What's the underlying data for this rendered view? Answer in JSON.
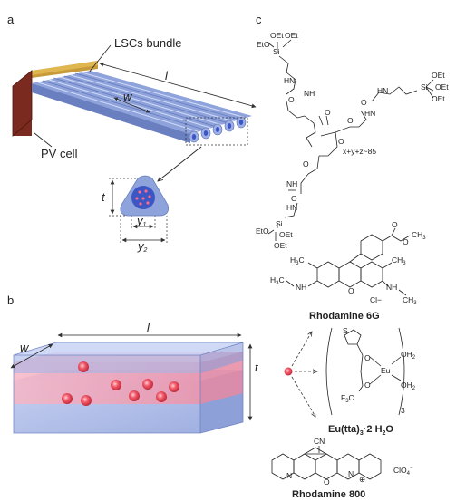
{
  "panels": {
    "a": "a",
    "b": "b",
    "c": "c"
  },
  "panel_a": {
    "bundle_label": "LSCs bundle",
    "pv_label": "PV cell",
    "length_symbol": "l",
    "width_symbol": "w",
    "thickness_symbol": "t",
    "y1_symbol": "y1",
    "y2_symbol": "y2"
  },
  "panel_b": {
    "length_symbol": "l",
    "width_symbol": "w",
    "thickness_symbol": "t"
  },
  "panel_c": {
    "silane_groups": [
      [
        "OEt",
        "OEt",
        "EtO",
        "Si"
      ],
      [
        "OEt",
        "OEt",
        "OEt",
        "Si"
      ],
      [
        "EtO",
        "OEt",
        "OEt",
        "Si"
      ]
    ],
    "nh_labels": [
      "HN",
      "NH",
      "HN",
      "HN",
      "NH"
    ],
    "carbonyl_label": "O",
    "sum_label": "x+y+z~85",
    "rhodamine6g": {
      "name": "Rhodamine 6G",
      "ethyl_ester": [
        "O",
        "O",
        "CH3"
      ],
      "methyl_left": "H3C",
      "methyl_right": "CH3",
      "nh_left": "NH",
      "nh_right": "NH",
      "ethyl_left": "H3C",
      "ethyl_right": "CH3",
      "counterion": "Cl−"
    },
    "eu_complex": {
      "name": "Eu(tta)3·2 H2O",
      "sulfur": "S",
      "oxygen_top": "O",
      "oxygen_bottom": "O",
      "cf3": "F3C",
      "metal": "Eu",
      "water_top": "OH2",
      "water_bottom": "OH2",
      "subscript": "3"
    },
    "rhodamine800": {
      "name": "Rhodamine 800",
      "nitrile": "CN",
      "n_left": "N",
      "n_right": "N",
      "oxygen": "O",
      "counterion": "ClO4−"
    }
  },
  "colors": {
    "slab_blue": "#a9b9e8",
    "slab_pink": "#f2a6b8",
    "dye_red": "#e0404f",
    "pv_brown": "#7a2a1e",
    "pv_gold": "#c79a3a"
  }
}
